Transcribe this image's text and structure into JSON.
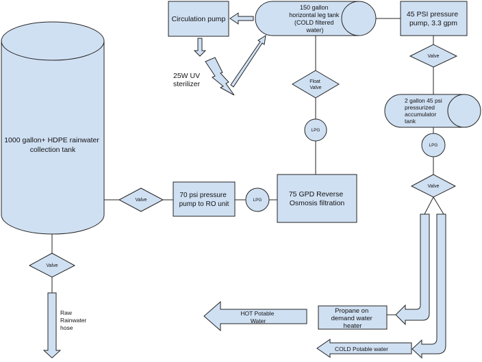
{
  "nodes": {
    "collection_tank": {
      "lines": [
        "1000 gallon+ HDPE rainwater",
        "collection tank"
      ]
    },
    "circulation_pump": {
      "lines": [
        "Circulation pump"
      ]
    },
    "horizontal_tank": {
      "lines": [
        "150 gallon",
        "horizontal leg tank",
        "(COLD filtered",
        "water)"
      ]
    },
    "pressure_pump_45": {
      "lines": [
        "45 PSI pressure",
        "pump, 3.3 gpm"
      ]
    },
    "valve_top_right": {
      "lines": [
        "Valve"
      ]
    },
    "uv_sterilizer": {
      "lines": [
        "25W UV",
        "sterilizer"
      ]
    },
    "float_valve": {
      "lines": [
        "Float",
        "Valve"
      ]
    },
    "accumulator_tank": {
      "lines": [
        "2 gallon 45 psi",
        "pressurized",
        "accumulator",
        "tank"
      ]
    },
    "lpg_upper": {
      "lines": [
        "LPG"
      ]
    },
    "lpg_right": {
      "lines": [
        "LPG"
      ]
    },
    "valve_right": {
      "lines": [
        "Valve"
      ]
    },
    "valve_middle": {
      "lines": [
        "Valve"
      ]
    },
    "pressure_pump_70": {
      "lines": [
        "70 psi pressure",
        "pump to RO unit"
      ]
    },
    "lpg_middle": {
      "lines": [
        "LPG"
      ]
    },
    "ro_filtration": {
      "lines": [
        "75 GPD Reverse",
        "Osmosis filtration"
      ]
    },
    "valve_bottom": {
      "lines": [
        "Valve"
      ]
    },
    "raw_hose": {
      "lines": [
        "Raw",
        "Rainwater",
        "hose"
      ]
    },
    "water_heater": {
      "lines": [
        "Propane on",
        "demand water",
        "heater"
      ]
    },
    "hot_water": {
      "lines": [
        "HOT Potable",
        "Water"
      ]
    },
    "cold_water": {
      "lines": [
        "COLD Potable water"
      ]
    }
  }
}
